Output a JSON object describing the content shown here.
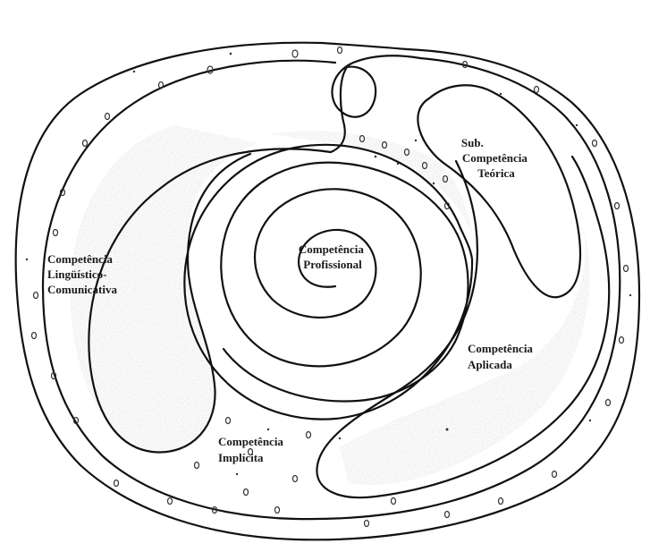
{
  "diagram": {
    "labels": {
      "profissional": [
        "Competência",
        "Profissional"
      ],
      "sub_teorica": [
        "Sub.",
        "Competência",
        "Teórica"
      ],
      "linguistico": [
        "Competência",
        "Lingüístico-",
        "Comunicativa"
      ],
      "aplicada": [
        "Competência",
        "Aplicada"
      ],
      "implicita": [
        "Competência",
        "Implícita"
      ]
    },
    "colors": {
      "line": "#111111",
      "shade": "#c9c9c9",
      "background": "#ffffff"
    }
  }
}
